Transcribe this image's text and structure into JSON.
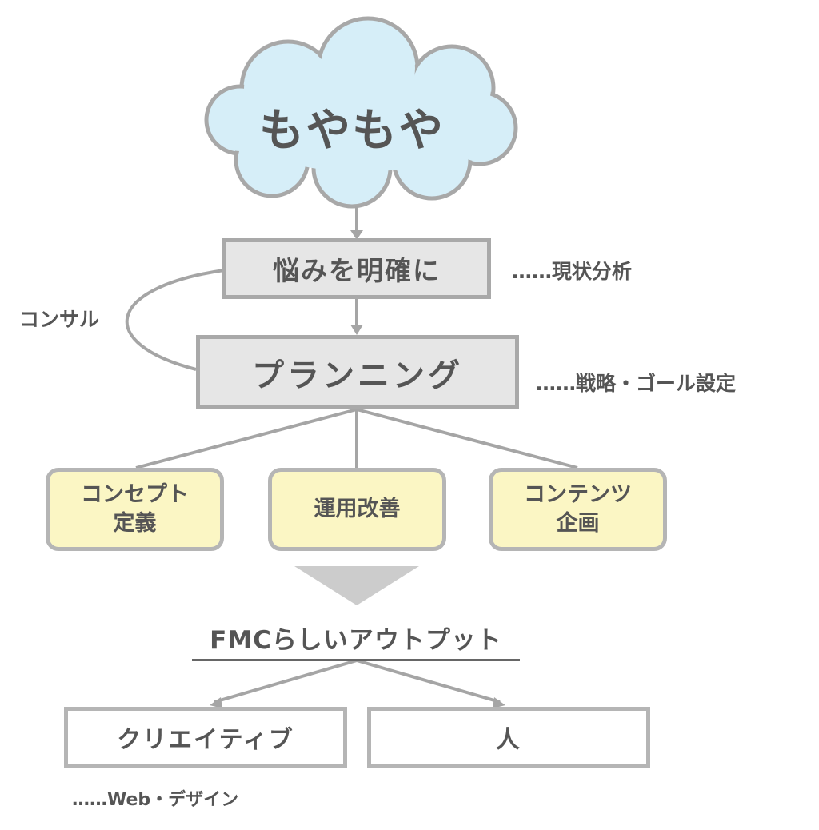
{
  "cloud": {
    "label": "もやもや"
  },
  "steps": {
    "clarify": {
      "label": "悩みを明確に",
      "note": "……現状分析"
    },
    "planning": {
      "label": "プランニング",
      "note": "……戦略・ゴール設定"
    },
    "consult": {
      "label": "コンサル"
    }
  },
  "services": [
    {
      "label": "コンセプト\n定義"
    },
    {
      "label": "運用改善"
    },
    {
      "label": "コンテンツ\n企画"
    }
  ],
  "output": {
    "title": "FMCらしいアウトプット",
    "items": [
      {
        "label": "クリエイティブ",
        "note": "……Web・デザイン"
      },
      {
        "label": "人"
      }
    ]
  },
  "colors": {
    "cloud_fill": "#d6eef8",
    "cloud_stroke": "#a8a8a8",
    "gray_box_fill": "#e6e6e6",
    "yellow_box_fill": "#fbf6c4",
    "line": "#a5a5a5",
    "text": "#555555"
  }
}
